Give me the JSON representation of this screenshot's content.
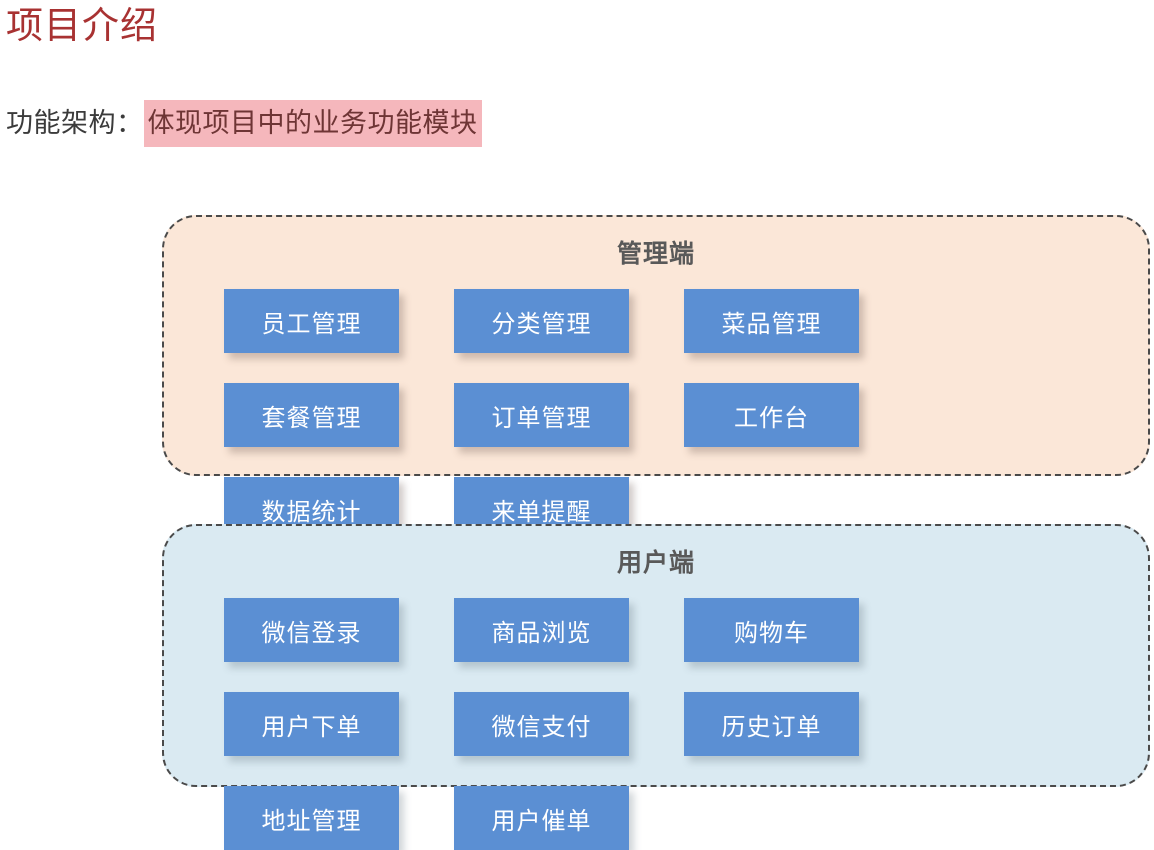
{
  "page": {
    "title": "项目介绍",
    "subtitle_label": "功能架构：",
    "subtitle_highlight": "体现项目中的业务功能模块"
  },
  "colors": {
    "title_red": "#A83232",
    "highlight_bg": "#F5B7BC",
    "highlight_text": "#6E3535",
    "admin_panel_bg": "#FBE7D8",
    "user_panel_bg": "#DAEAF2",
    "module_box_bg": "#5B8FD3",
    "module_box_text": "#FFFFFF",
    "panel_border": "#4A4A4A",
    "panel_title_text": "#595959"
  },
  "panels": [
    {
      "id": "admin",
      "title": "管理端",
      "modules": [
        "员工管理",
        "分类管理",
        "菜品管理",
        "套餐管理",
        "订单管理",
        "工作台",
        "数据统计",
        "来单提醒"
      ]
    },
    {
      "id": "user",
      "title": "用户端",
      "modules": [
        "微信登录",
        "商品浏览",
        "购物车",
        "用户下单",
        "微信支付",
        "历史订单",
        "地址管理",
        "用户催单"
      ]
    }
  ]
}
